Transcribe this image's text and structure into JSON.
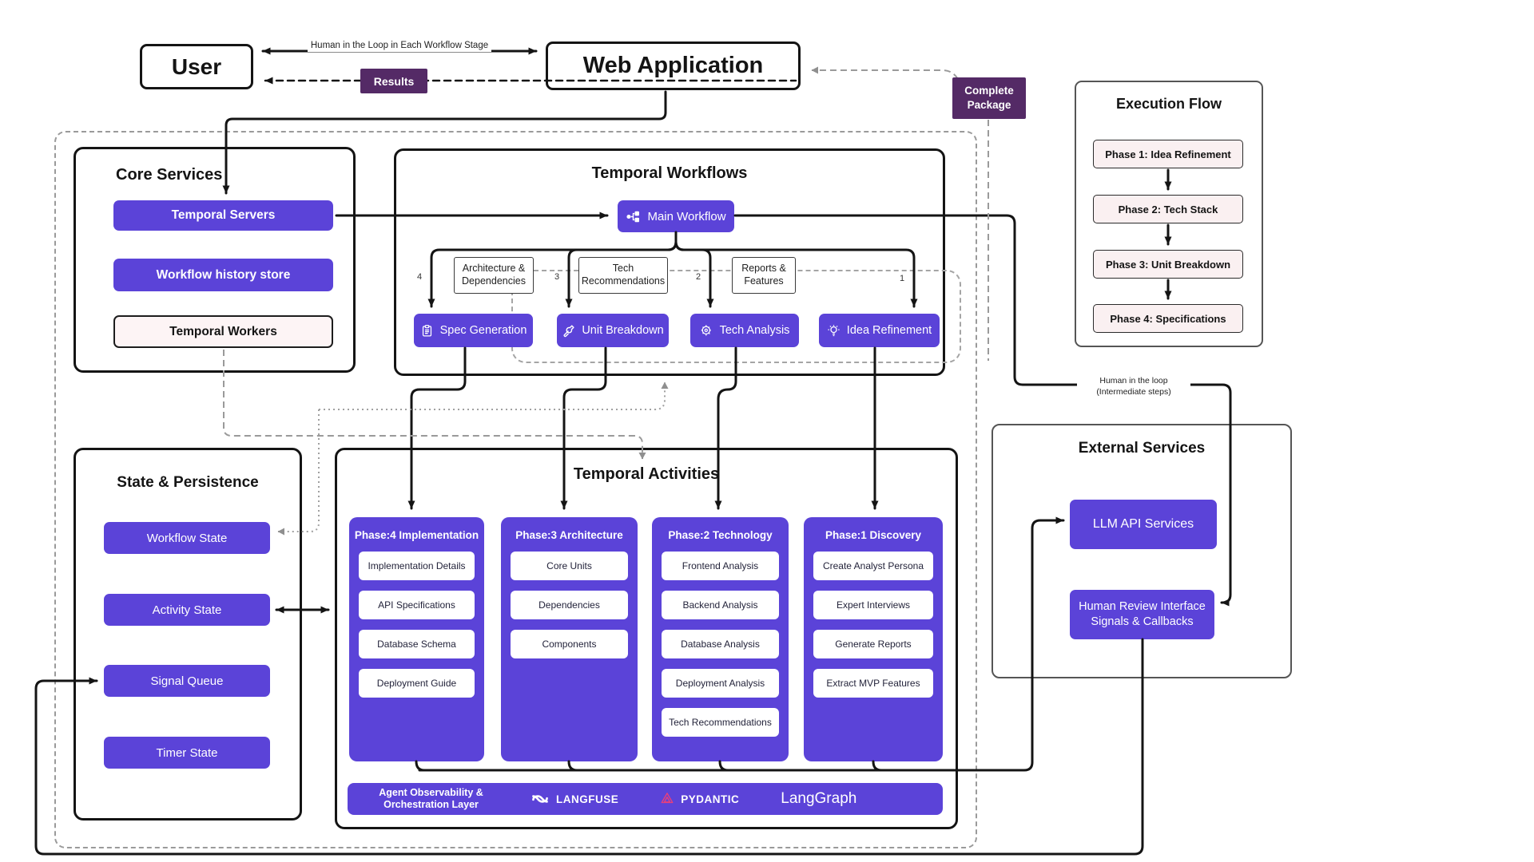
{
  "top": {
    "user": "User",
    "web_application": "Web Application",
    "hitl_arrow_label": "Human in the Loop in Each Workflow Stage",
    "results_badge": "Results",
    "complete_package_badge": "Complete Package"
  },
  "core_services": {
    "title": "Core Services",
    "items": [
      "Temporal Servers",
      "Workflow history store",
      "Temporal Workers"
    ]
  },
  "temporal_workflows": {
    "title": "Temporal Workflows",
    "main_workflow": "Main Workflow",
    "branch_labels": [
      "Architecture & Dependencies",
      "Tech Recommendations",
      "Reports & Features"
    ],
    "branch_numbers": [
      "4",
      "3",
      "2",
      "1"
    ],
    "workflow_buttons": [
      "Spec Generation",
      "Unit Breakdown",
      "Tech Analysis",
      "Idea Refinement"
    ]
  },
  "execution_flow": {
    "title": "Execution Flow",
    "phases": [
      "Phase 1: Idea Refinement",
      "Phase 2: Tech Stack",
      "Phase 3: Unit Breakdown",
      "Phase 4: Specifications"
    ]
  },
  "state_persistence": {
    "title": "State & Persistence",
    "items": [
      "Workflow State",
      "Activity State",
      "Signal Queue",
      "Timer State"
    ]
  },
  "temporal_activities": {
    "title": "Temporal Activities",
    "columns": [
      {
        "header": "Phase:4 Implementation",
        "items": [
          "Implementation Details",
          "API Specifications",
          "Database Schema",
          "Deployment Guide"
        ]
      },
      {
        "header": "Phase:3 Architecture",
        "items": [
          "Core Units",
          "Dependencies",
          "Components"
        ]
      },
      {
        "header": "Phase:2 Technology",
        "items": [
          "Frontend Analysis",
          "Backend Analysis",
          "Database Analysis",
          "Deployment Analysis",
          "Tech Recommendations"
        ]
      },
      {
        "header": "Phase:1 Discovery",
        "items": [
          "Create Analyst Persona",
          "Expert Interviews",
          "Generate Reports",
          "Extract MVP Features"
        ]
      }
    ]
  },
  "observability_bar": {
    "title": "Agent Observability & Orchestration Layer",
    "langfuse": "LANGFUSE",
    "pydantic": "PYDANTIC",
    "langgraph": "LangGraph"
  },
  "external_services": {
    "title": "External Services",
    "llm": "LLM API Services",
    "hri": "Human Review Interface Signals & Callbacks"
  },
  "annotations": {
    "human_loop_line1": "Human in the loop",
    "human_loop_line2": "(Intermediate steps)"
  },
  "colors": {
    "primary_purple": "#5b43d8",
    "dark_plum": "#542a66",
    "light_pink": "#faf0f1",
    "line_black": "#141414",
    "line_gray": "#9a9a9a",
    "pydantic_pink": "#e9407a"
  }
}
